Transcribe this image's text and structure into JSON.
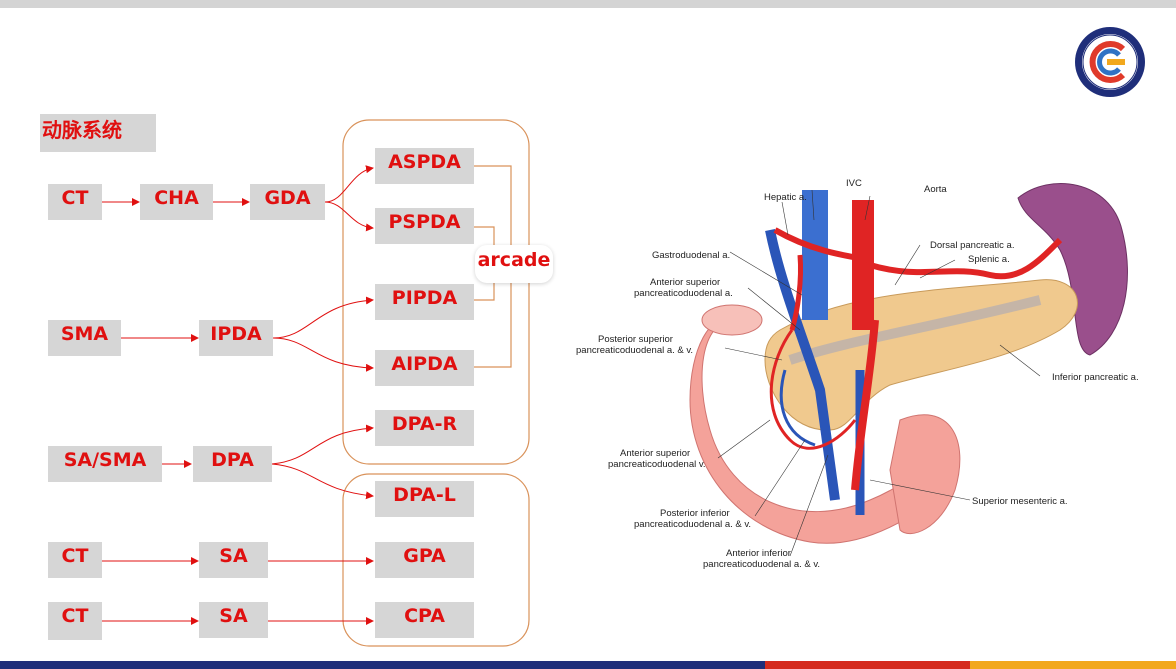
{
  "title": "动脉系统",
  "nodes": {
    "ct1": "CT",
    "cha": "CHA",
    "gda": "GDA",
    "aspda": "ASPDA",
    "pspda": "PSPDA",
    "sma": "SMA",
    "ipda": "IPDA",
    "pipda": "PIPDA",
    "aipda": "AIPDA",
    "sasma": "SA/SMA",
    "dpa": "DPA",
    "dpar": "DPA-R",
    "dpal": "DPA-L",
    "ct2": "CT",
    "sa1": "SA",
    "gpa": "GPA",
    "ct3": "CT",
    "sa2": "SA",
    "cpa": "CPA"
  },
  "arcade": "arcade",
  "figure_labels": {
    "ivc": "IVC",
    "aorta": "Aorta",
    "hepatic": "Hepatic a.",
    "gastroduodenal": "Gastroduodenal a.",
    "ant_sup_1": "Anterior superior",
    "ant_sup_2": "pancreaticoduodenal a.",
    "dorsal": "Dorsal pancreatic a.",
    "splenic": "Splenic a.",
    "post_sup_1": "Posterior superior",
    "post_sup_2": "pancreaticoduodenal a. & v.",
    "inf_panc": "Inferior pancreatic a.",
    "ant_sup_v_1": "Anterior superior",
    "ant_sup_v_2": "pancreaticoduodenal v.",
    "sup_mes": "Superior mesenteric a.",
    "post_inf_1": "Posterior inferior",
    "post_inf_2": "pancreaticoduodenal a. & v.",
    "ant_inf_1": "Anterior inferior",
    "ant_inf_2": "pancreaticoduodenal a. & v."
  },
  "colors": {
    "accent_red": "#e01010",
    "box_gray": "#d6d6d6",
    "group_border": "#d9925a",
    "navy": "#1f2e7a",
    "gold": "#f2a81d"
  }
}
